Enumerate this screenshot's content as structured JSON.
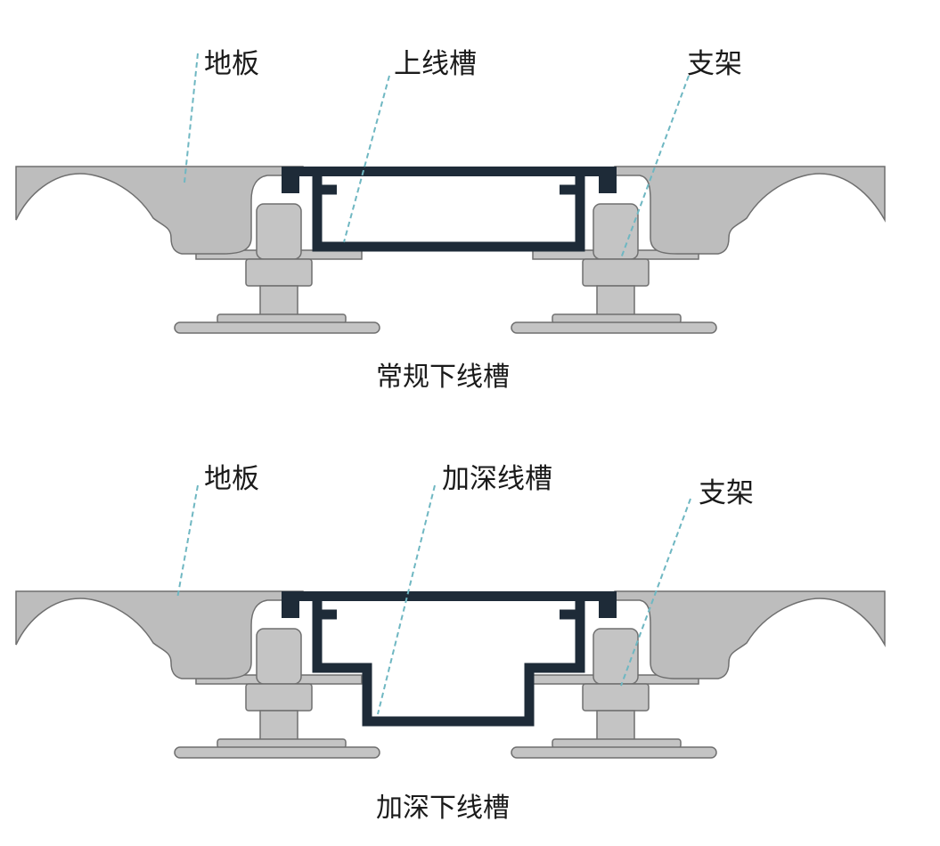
{
  "diagrams": [
    {
      "labels": {
        "floor": "地板",
        "trough": "上线槽",
        "support": "支架"
      },
      "caption": "常规下线槽"
    },
    {
      "labels": {
        "floor": "地板",
        "trough": "加深线槽",
        "support": "支架"
      },
      "caption": "加深下线槽"
    }
  ],
  "colors": {
    "floor": "#bdbdbd",
    "trough": "#1e2b38",
    "leader": "#6fb7c2"
  }
}
